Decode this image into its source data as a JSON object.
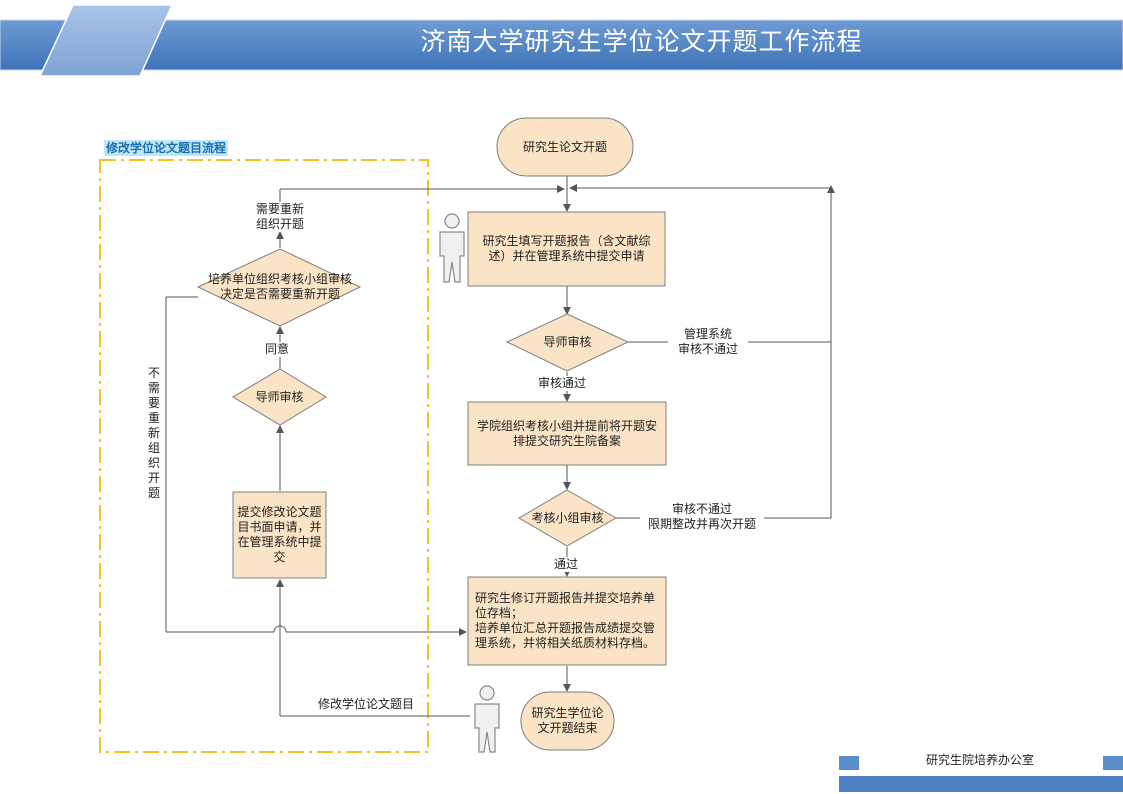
{
  "header": {
    "title": "济南大学研究生学位论文开题工作流程"
  },
  "side_section": {
    "title": "修改学位论文题目流程",
    "vertical_label": "不需要重新组织开题"
  },
  "nodes": {
    "start": "研究生论文开题",
    "fill_report": "研究生填写开题报告（含文献综述）并在管理系统中提交申请",
    "advisor_review_main": "导师审核",
    "college_committee": "学院组织考核小组并提前将开题安排提交研究生院备案",
    "panel_review": "考核小组审核",
    "revise_submit": "研究生修订开题报告并提交培养单位存档；\n培养单位汇总开题报告成绩提交管理系统，并将相关纸质材料存档。",
    "end": "研究生学位论文开题结束",
    "unit_decision": "培养单位组织考核小组审核决定是否需要重新开题",
    "advisor_review_side": "导师审核",
    "submit_change": "提交修改论文题目书面申请，并在管理系统中提交"
  },
  "edge_labels": {
    "system_reject": "管理系统\n审核不通过",
    "review_pass": "审核通过",
    "panel_reject": "审核不通过\n限期整改并再次开题",
    "pass": "通过",
    "need_reopen": "需要重新\n组织开题",
    "agree": "同意",
    "change_title": "修改学位论文题目"
  },
  "footer": {
    "office": "研究生院培养办公室"
  },
  "colors": {
    "banner": "#4a7fc1",
    "banner_light": "#93b3de",
    "node_fill": "#fbe3c6",
    "node_stroke": "#7f7f7f",
    "dash_border": "#f5c024",
    "person_fill": "#f0f0f0"
  },
  "icons": [
    "person-icon",
    "person-icon"
  ]
}
